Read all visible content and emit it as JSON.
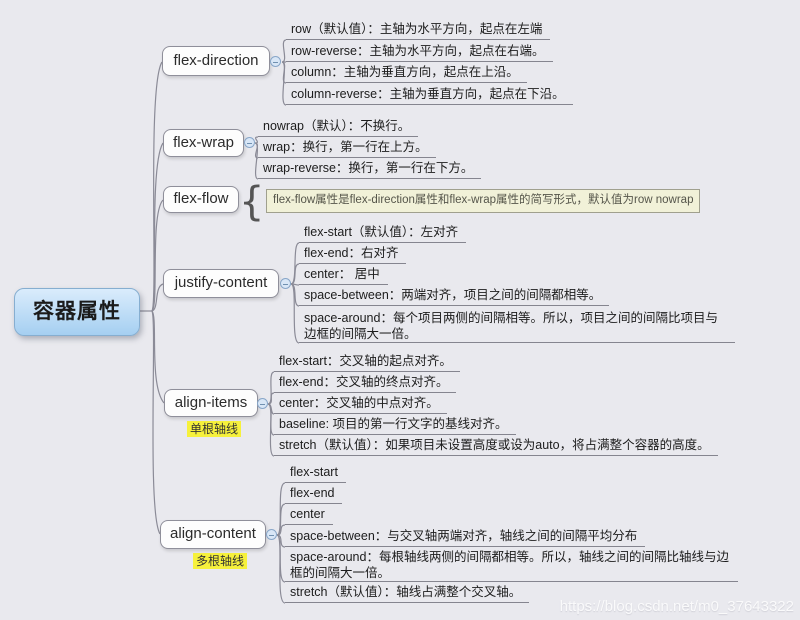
{
  "root": {
    "label": "容器属性"
  },
  "watermark": "https://blog.csdn.net/m0_37643322",
  "icons": {
    "brace": "{"
  },
  "colors": {
    "background": "#e9e9ee",
    "root_fill_top": "#daecfc",
    "root_fill_bottom": "#a5cff1",
    "root_border": "#86aed0",
    "branch_border": "#8f8f9a",
    "wire": "#8b8b97",
    "note_bg": "#f6f13c",
    "flexflow_note_bg": "#f1f1d8"
  },
  "branches": [
    {
      "label": "flex-direction",
      "children": [
        {
          "text": "row（默认值）：主轴为水平方向，起点在左端"
        },
        {
          "text": "row-reverse：主轴为水平方向，起点在右端。"
        },
        {
          "text": "column：主轴为垂直方向，起点在上沿。"
        },
        {
          "text": "column-reverse：主轴为垂直方向，起点在下沿。"
        }
      ]
    },
    {
      "label": "flex-wrap",
      "children": [
        {
          "text": "nowrap（默认）：不换行。"
        },
        {
          "text": "wrap：换行，第一行在上方。"
        },
        {
          "text": "wrap-reverse：换行，第一行在下方。"
        }
      ]
    },
    {
      "label": "flex-flow",
      "children": [
        {
          "text": "flex-flow属性是flex-direction属性和flex-wrap属性的简写形式，默认值为row nowrap"
        }
      ]
    },
    {
      "label": "justify-content",
      "children": [
        {
          "text": "flex-start（默认值）：左对齐"
        },
        {
          "text": "flex-end：右对齐"
        },
        {
          "text": "center： 居中"
        },
        {
          "text": "space-between：两端对齐，项目之间的间隔都相等。"
        },
        {
          "text": "space-around：每个项目两侧的间隔相等。所以，项目之间的间隔比项目与边框的间隔大一倍。"
        }
      ]
    },
    {
      "label": "align-items",
      "note": "单根轴线",
      "children": [
        {
          "text": "flex-start：交叉轴的起点对齐。"
        },
        {
          "text": "flex-end：交叉轴的终点对齐。"
        },
        {
          "text": "center：交叉轴的中点对齐。"
        },
        {
          "text": "baseline: 项目的第一行文字的基线对齐。"
        },
        {
          "text": "stretch（默认值）：如果项目未设置高度或设为auto，将占满整个容器的高度。"
        }
      ]
    },
    {
      "label": "align-content",
      "note": "多根轴线",
      "children": [
        {
          "text": "flex-start"
        },
        {
          "text": "flex-end"
        },
        {
          "text": "center"
        },
        {
          "text": "space-between：与交叉轴两端对齐，轴线之间的间隔平均分布"
        },
        {
          "text": "space-around：每根轴线两侧的间隔都相等。所以，轴线之间的间隔比轴线与边框的间隔大一倍。"
        },
        {
          "text": "stretch（默认值）：轴线占满整个交叉轴。"
        }
      ]
    }
  ]
}
